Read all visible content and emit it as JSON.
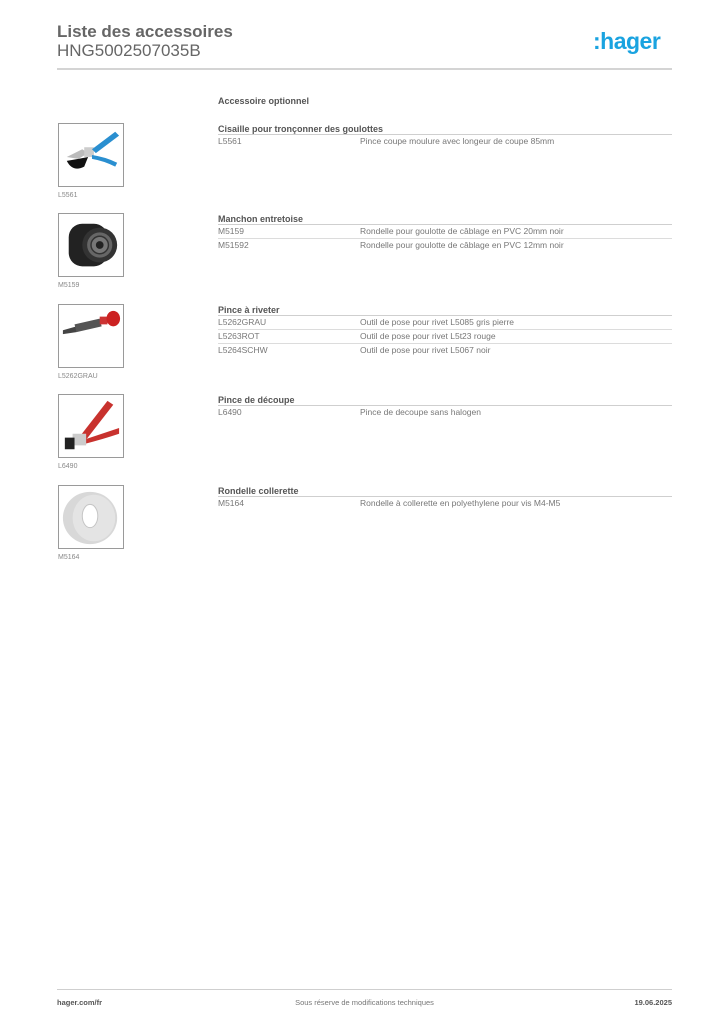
{
  "header": {
    "title": "Liste des accessoires",
    "product_ref": "HNG5002507035B",
    "logo": ":hager",
    "brand_color": "#1aa3e0"
  },
  "section_title": "Accessoire optionnel",
  "groups": [
    {
      "category": "Cisaille pour tronçonner des goulottes",
      "image_label": "L5561",
      "image_icon": "shears-icon",
      "rows": [
        {
          "ref": "L5561",
          "desc": "Pince coupe moulure avec longeur de coupe 85mm"
        }
      ]
    },
    {
      "category": "Manchon entretoise",
      "image_label": "M5159",
      "image_icon": "spacer-sleeve-icon",
      "rows": [
        {
          "ref": "M5159",
          "desc": "Rondelle pour goulotte de câblage en PVC 20mm noir"
        },
        {
          "ref": "M51592",
          "desc": "Rondelle pour goulotte de câblage en PVC 12mm noir"
        }
      ]
    },
    {
      "category": "Pince à riveter",
      "image_label": "L5262GRAU",
      "image_icon": "rivet-tool-icon",
      "rows": [
        {
          "ref": "L5262GRAU",
          "desc": "Outil de pose pour rivet L5085 gris pierre"
        },
        {
          "ref": "L5263ROT",
          "desc": "Outil de pose pour rivet L5t23 rouge"
        },
        {
          "ref": "L5264SCHW",
          "desc": "Outil de pose pour rivet L5067 noir"
        }
      ]
    },
    {
      "category": "Pince de découpe",
      "image_label": "L6490",
      "image_icon": "cutting-pliers-icon",
      "rows": [
        {
          "ref": "L6490",
          "desc": "Pince de decoupe sans halogen"
        }
      ]
    },
    {
      "category": "Rondelle collerette",
      "image_label": "M5164",
      "image_icon": "collar-washer-icon",
      "rows": [
        {
          "ref": "M5164",
          "desc": "Rondelle à collerette en polyethylene pour vis M4-M5"
        }
      ]
    }
  ],
  "footer": {
    "website": "hager.com/fr",
    "disclaimer": "Sous réserve de modifications techniques",
    "date": "19.06.2025"
  }
}
